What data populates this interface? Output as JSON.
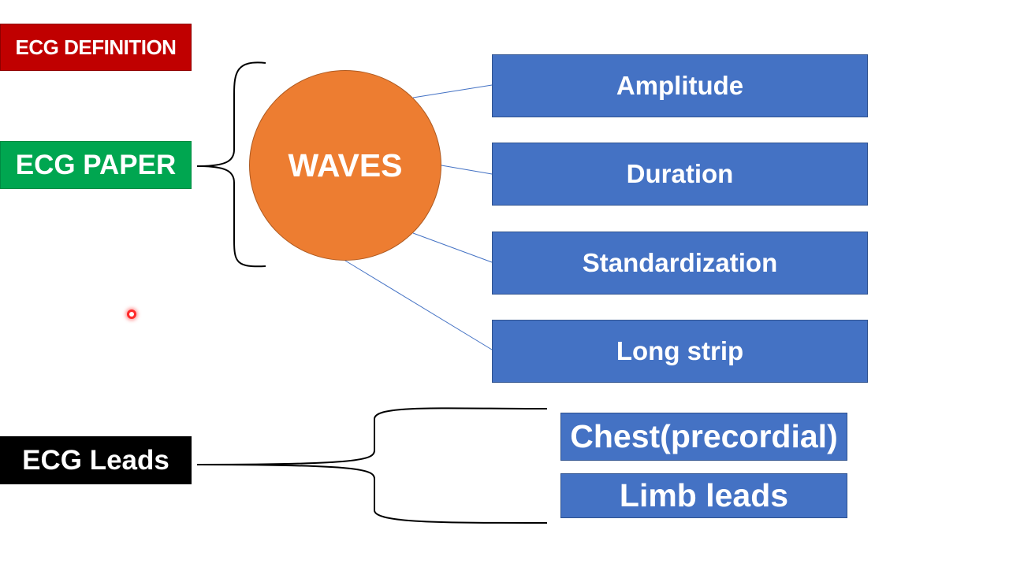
{
  "left_tags": {
    "definition": "ECG DEFINITION",
    "paper": "ECG PAPER",
    "leads": "ECG Leads"
  },
  "center_node": {
    "label": "WAVES"
  },
  "wave_parameters": [
    {
      "label": "Amplitude"
    },
    {
      "label": "Duration"
    },
    {
      "label": "Standardization"
    },
    {
      "label": "Long strip"
    }
  ],
  "lead_types": [
    {
      "label": "Chest(precordial)"
    },
    {
      "label": "Limb leads"
    }
  ],
  "colors": {
    "definition_tag": "#c00000",
    "paper_tag": "#00a650",
    "leads_tag": "#000000",
    "center_node": "#ed7d31",
    "boxes": "#4472c4",
    "connectors": "#4472c4",
    "pointer": "#ff2a2a"
  }
}
